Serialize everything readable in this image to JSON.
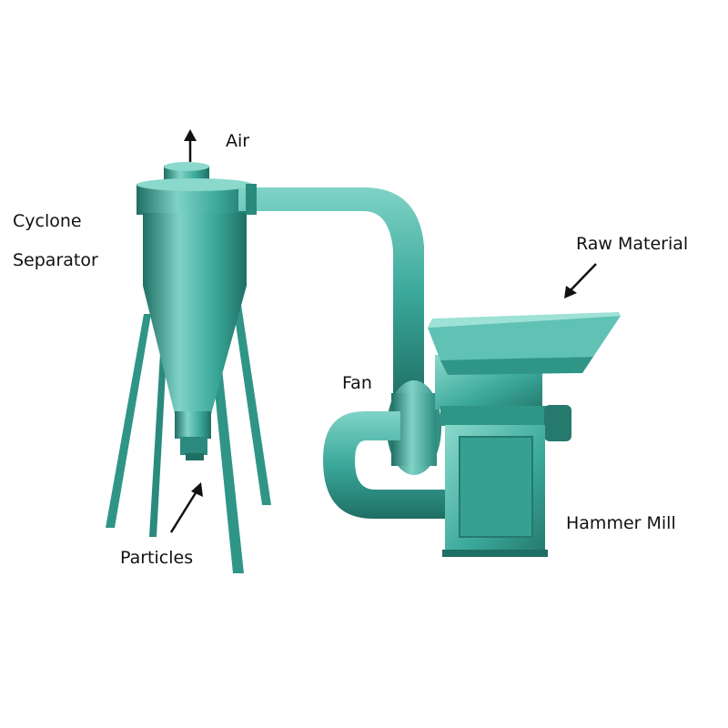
{
  "labels": {
    "air": "Air",
    "cyclone_line1": "Cyclone",
    "cyclone_line2": "Separator",
    "raw_material": "Raw Material",
    "fan": "Fan",
    "hammer_mill": "Hammer Mill",
    "particles": "Particles"
  },
  "colors": {
    "machine_body": "#3aa89a",
    "machine_light": "#7fd3c6",
    "machine_dark": "#1f6f64",
    "arrow": "#111111"
  }
}
